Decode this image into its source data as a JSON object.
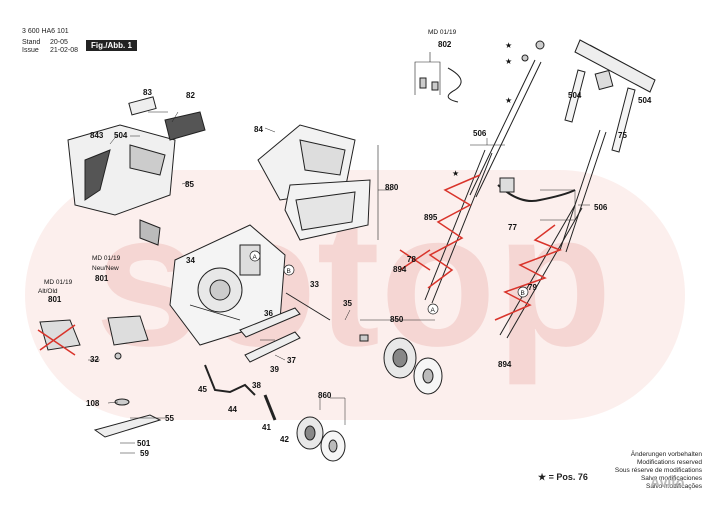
{
  "header": {
    "doc_number": "3 600 HA6 101",
    "stand_label": "Stand",
    "stand_value": "20-05",
    "issue_label": "Issue",
    "issue_value": "21-02-08",
    "figure_label": "Fig./Abb. 1"
  },
  "watermark": "sotop",
  "footer": {
    "notes": [
      "Änderungen vorbehalten",
      "Modifications reserved",
      "Sous réserve de modifications",
      "Salvo modificaciones",
      "Salvo modificações"
    ],
    "pos_note": "★ = Pos. 76",
    "avito": "Avito"
  },
  "md_labels": {
    "md_top": "MD 01/19",
    "md_left": "MD 01/19",
    "md_mid": "MD 01/19",
    "alt_old": "Alt/Old",
    "neu_new": "Neu/New"
  },
  "circle_letters": {
    "a": "A",
    "b": "B"
  },
  "parts": {
    "p802": "802",
    "p504a": "504",
    "p504b": "504",
    "p504c": "504",
    "p75": "75",
    "p506a": "506",
    "p506b": "506",
    "p895": "895",
    "p77": "77",
    "p78": "78",
    "p894a": "894",
    "p894b": "894",
    "p79": "79",
    "p83": "83",
    "p82": "82",
    "p843": "843",
    "p84": "84",
    "p880": "880",
    "p85": "85",
    "p34": "34",
    "p801a": "801",
    "p801b": "801",
    "p32": "32",
    "p33": "33",
    "p35": "35",
    "p850": "850",
    "p36": "36",
    "p37": "37",
    "p38": "38",
    "p39": "39",
    "p45": "45",
    "p44": "44",
    "p108": "108",
    "p55": "55",
    "p501": "501",
    "p59": "59",
    "p860": "860",
    "p41": "41",
    "p42": "42"
  },
  "colors": {
    "ink": "#222222",
    "red": "#d9342b",
    "watermark": "#f6d3d1"
  }
}
